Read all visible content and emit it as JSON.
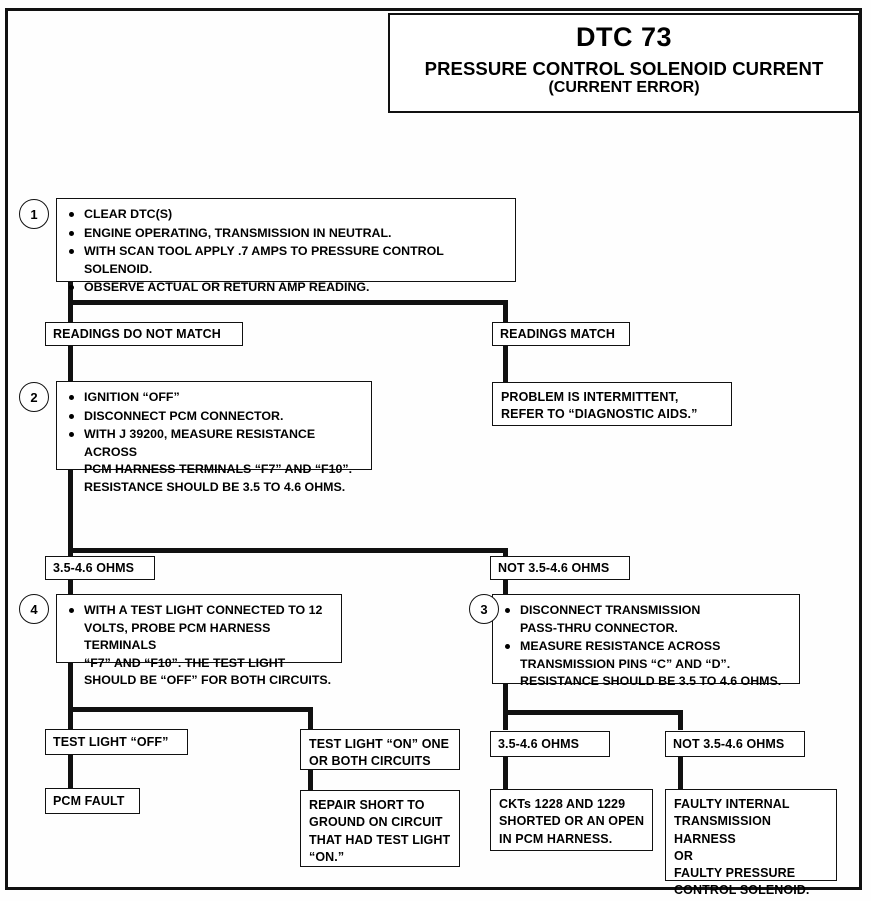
{
  "document": {
    "title_code": "DTC 73",
    "title_main": "PRESSURE CONTROL SOLENOID CURRENT",
    "title_sub": "(CURRENT ERROR)"
  },
  "steps": {
    "step1": {
      "number": "1",
      "bullets": [
        [
          "CLEAR DTC(S)"
        ],
        [
          "ENGINE OPERATING, TRANSMISSION IN NEUTRAL."
        ],
        [
          "WITH SCAN TOOL APPLY .7 AMPS TO PRESSURE CONTROL SOLENOID."
        ],
        [
          "OBSERVE ACTUAL OR RETURN AMP READING."
        ]
      ]
    },
    "step2": {
      "number": "2",
      "bullets": [
        [
          "IGNITION “OFF”"
        ],
        [
          "DISCONNECT PCM CONNECTOR."
        ],
        [
          "WITH J 39200, MEASURE RESISTANCE ACROSS",
          "PCM HARNESS TERMINALS “F7” AND “F10”.",
          "RESISTANCE SHOULD BE 3.5 TO 4.6 OHMS."
        ]
      ]
    },
    "step3": {
      "number": "3",
      "bullets": [
        [
          "DISCONNECT TRANSMISSION",
          "PASS-THRU CONNECTOR."
        ],
        [
          "MEASURE RESISTANCE ACROSS",
          "TRANSMISSION PINS “C” AND “D”.",
          "RESISTANCE SHOULD BE 3.5 TO 4.6 OHMS."
        ]
      ]
    },
    "step4": {
      "number": "4",
      "bullets": [
        [
          "WITH A TEST LIGHT CONNECTED TO 12",
          "VOLTS, PROBE PCM HARNESS TERMINALS",
          "“F7” AND “F10”.  THE TEST LIGHT",
          "SHOULD BE “OFF” FOR BOTH CIRCUITS."
        ]
      ]
    }
  },
  "labels": {
    "readings_do_not_match": "READINGS DO NOT MATCH",
    "readings_match": "READINGS MATCH",
    "ohms_in_range_left": "3.5-4.6 OHMS",
    "ohms_out_of_range_right": "NOT 3.5-4.6 OHMS",
    "ohms_in_range_bottom": "3.5-4.6 OHMS",
    "ohms_out_of_range_bottom": "NOT 3.5-4.6 OHMS",
    "test_light_off": "TEST LIGHT “OFF”",
    "test_light_on": [
      "TEST LIGHT “ON” ONE",
      "OR BOTH CIRCUITS"
    ]
  },
  "outcomes": {
    "intermittent": [
      "PROBLEM IS INTERMITTENT,",
      "REFER TO “DIAGNOSTIC AIDS.”"
    ],
    "pcm_fault": "PCM FAULT",
    "repair_short": [
      "REPAIR SHORT TO",
      "GROUND ON CIRCUIT",
      "THAT HAD TEST LIGHT",
      "“ON.”"
    ],
    "ckts_shorted": [
      "CKTs 1228 AND 1229",
      "SHORTED OR AN OPEN",
      "IN PCM HARNESS."
    ],
    "faulty_internal": [
      "FAULTY INTERNAL",
      "TRANSMISSION HARNESS",
      "OR",
      "FAULTY PRESSURE",
      "CONTROL SOLENOID."
    ]
  },
  "colors": {
    "ink": "#111111",
    "paper": "#ffffff"
  }
}
